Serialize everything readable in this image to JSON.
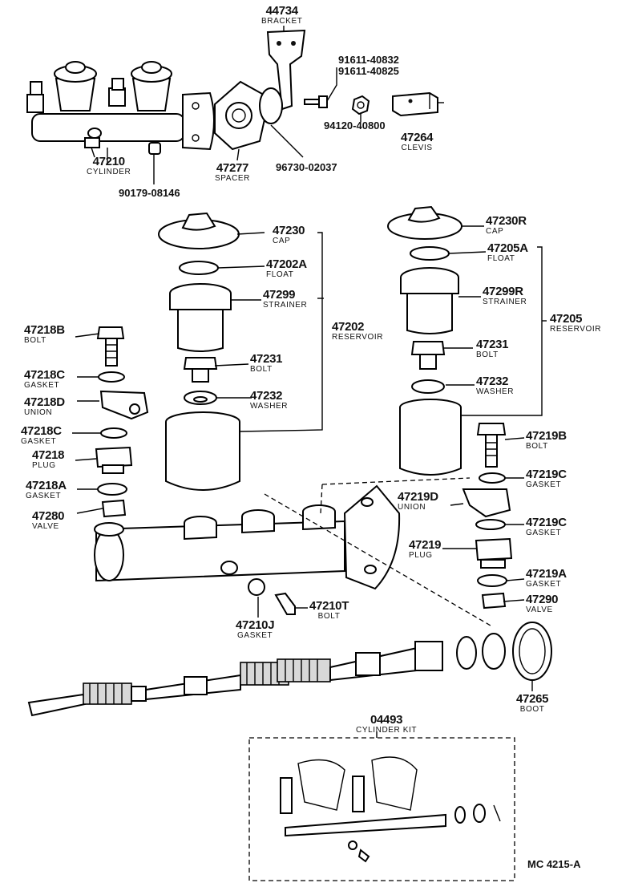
{
  "parts": {
    "bracket": {
      "number": "44734",
      "desc": "BRACKET"
    },
    "bolt_pair": {
      "line1": "91611-40832",
      "line2": "91611-40825"
    },
    "nut": {
      "number": "94120-40800"
    },
    "clevis": {
      "number": "47264",
      "desc": "CLEVIS"
    },
    "cylinder": {
      "number": "47210",
      "desc": "CYLINDER"
    },
    "spacer": {
      "number": "47277",
      "desc": "SPACER"
    },
    "seal": {
      "number": "96730-02037"
    },
    "cylinder_nut": {
      "number": "90179-08146"
    },
    "cap_l": {
      "number": "47230",
      "desc": "CAP"
    },
    "float_l": {
      "number": "47202A",
      "desc": "FLOAT"
    },
    "strainer_l": {
      "number": "47299",
      "desc": "STRAINER"
    },
    "reservoir_l": {
      "number": "47202",
      "desc": "RESERVOIR"
    },
    "bolt_l": {
      "number": "47231",
      "desc": "BOLT"
    },
    "washer_l": {
      "number": "47232",
      "desc": "WASHER"
    },
    "cap_r": {
      "number": "47230R",
      "desc": "CAP"
    },
    "float_r": {
      "number": "47205A",
      "desc": "FLOAT"
    },
    "strainer_r": {
      "number": "47299R",
      "desc": "STRAINER"
    },
    "reservoir_r": {
      "number": "47205",
      "desc": "RESERVOIR"
    },
    "bolt_r": {
      "number": "47231",
      "desc": "BOLT"
    },
    "washer_r": {
      "number": "47232",
      "desc": "WASHER"
    },
    "bolt_218b": {
      "number": "47218B",
      "desc": "BOLT"
    },
    "gasket_218c_a": {
      "number": "47218C",
      "desc": "GASKET"
    },
    "union_218d": {
      "number": "47218D",
      "desc": "UNION"
    },
    "gasket_218c_b": {
      "number": "47218C",
      "desc": "GASKET"
    },
    "plug_218": {
      "number": "47218",
      "desc": "PLUG"
    },
    "gasket_218a": {
      "number": "47218A",
      "desc": "GASKET"
    },
    "valve_280": {
      "number": "47280",
      "desc": "VALVE"
    },
    "bolt_219b": {
      "number": "47219B",
      "desc": "BOLT"
    },
    "gasket_219c_a": {
      "number": "47219C",
      "desc": "GASKET"
    },
    "union_219d": {
      "number": "47219D",
      "desc": "UNION"
    },
    "gasket_219c_b": {
      "number": "47219C",
      "desc": "GASKET"
    },
    "plug_219": {
      "number": "47219",
      "desc": "PLUG"
    },
    "gasket_219a": {
      "number": "47219A",
      "desc": "GASKET"
    },
    "valve_290": {
      "number": "47290",
      "desc": "VALVE"
    },
    "gasket_210j": {
      "number": "47210J",
      "desc": "GASKET"
    },
    "bolt_210t": {
      "number": "47210T",
      "desc": "BOLT"
    },
    "boot": {
      "number": "47265",
      "desc": "BOOT"
    },
    "kit": {
      "number": "04493",
      "desc": "CYLINDER KIT"
    }
  },
  "diagram_code": "MC 4215-A"
}
